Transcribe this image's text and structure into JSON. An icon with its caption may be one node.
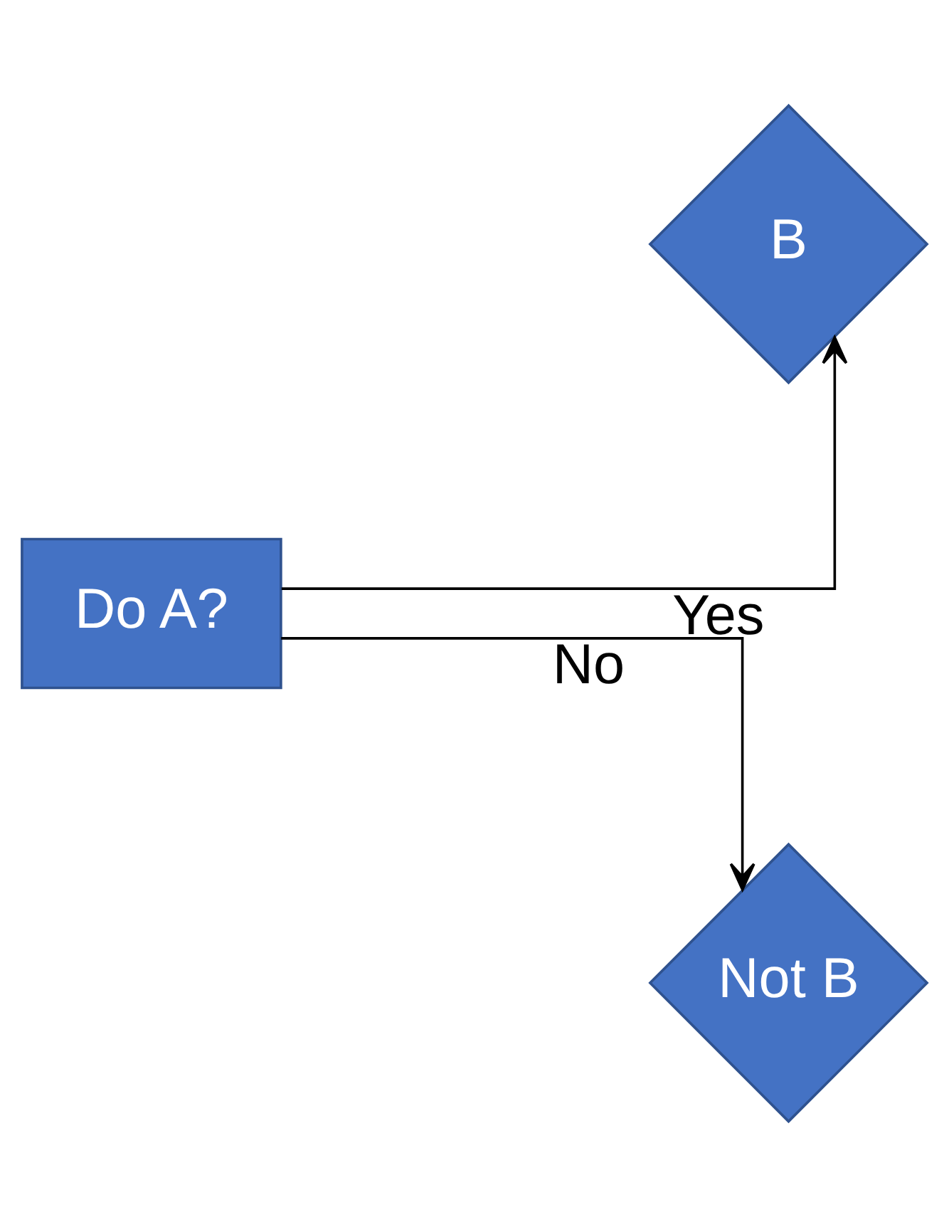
{
  "diagram": {
    "nodes": [
      {
        "text": [
          "Do A?"
        ]
      },
      {
        "text": [
          "B"
        ]
      },
      {
        "text": [
          "Not B"
        ]
      }
    ],
    "edges": [
      {
        "from": 0,
        "to": 1,
        "arrow": "to",
        "label": "Yes"
      },
      {
        "from": 0,
        "to": 2,
        "arrow": "to",
        "label": "No"
      }
    ]
  }
}
